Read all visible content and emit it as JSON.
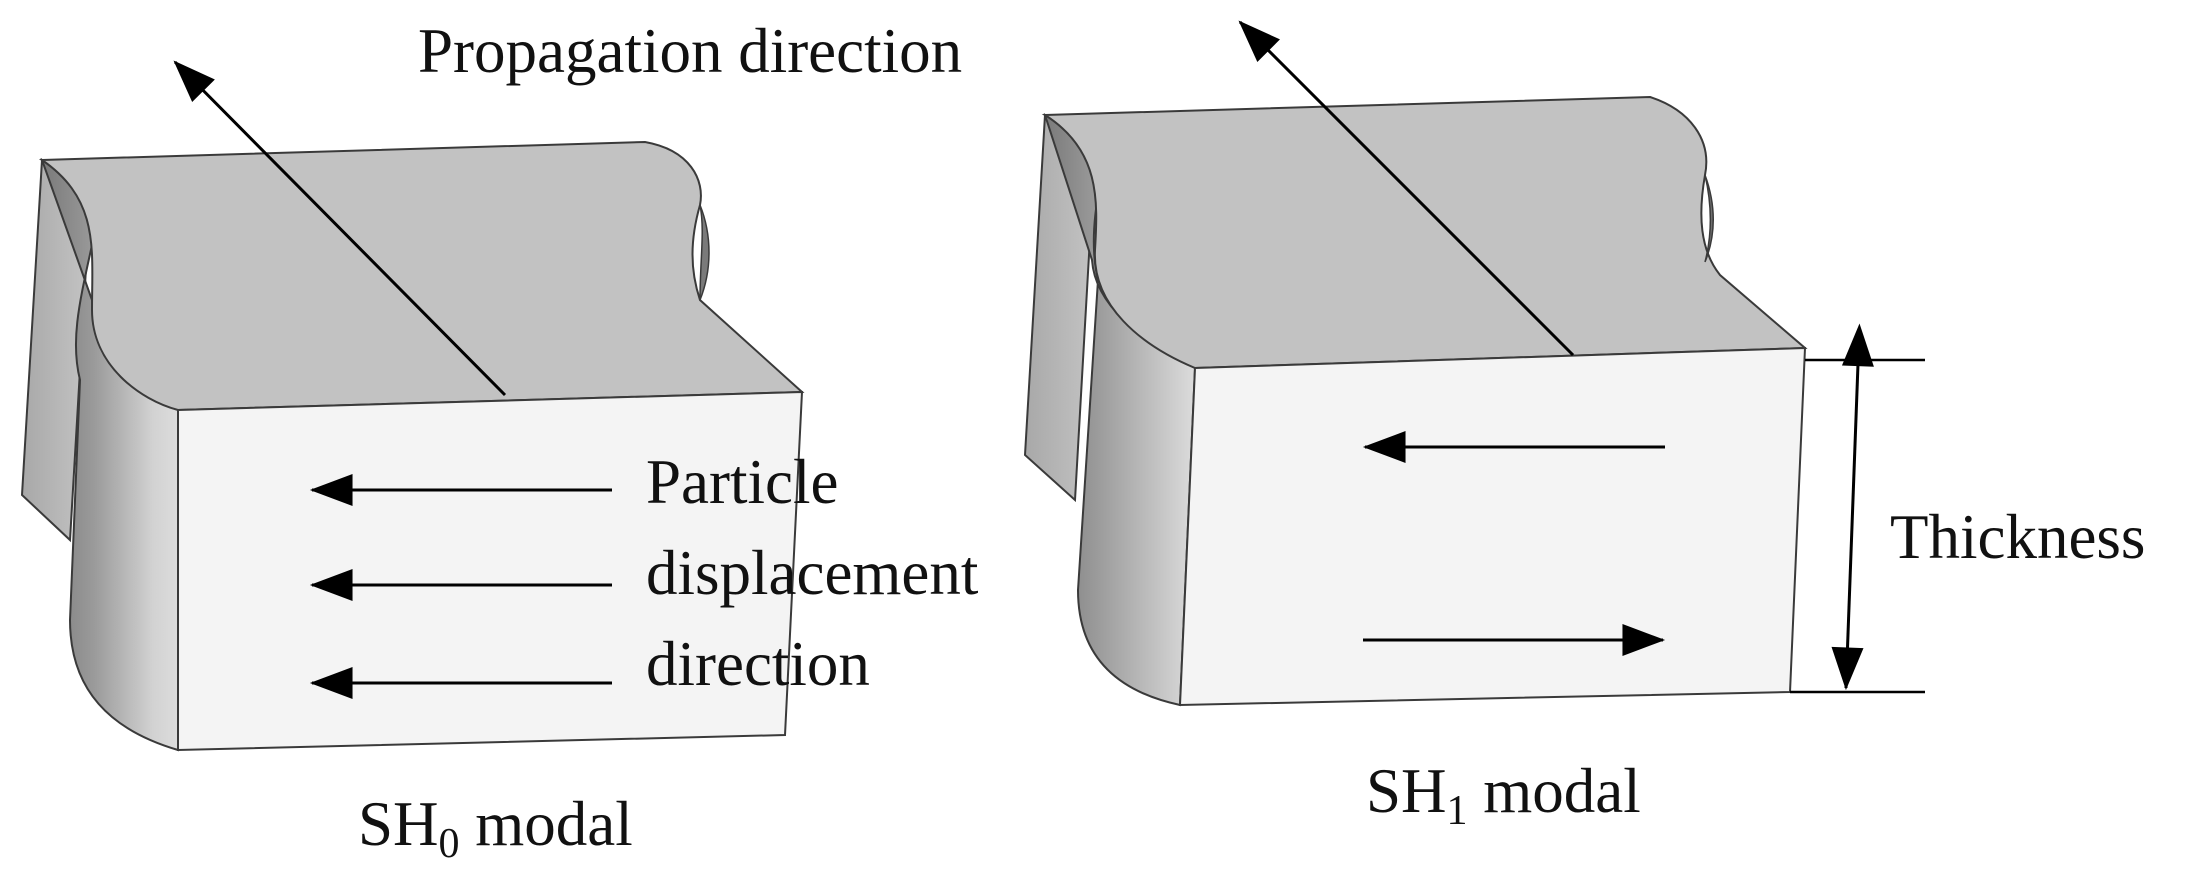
{
  "labels": {
    "propagation": "Propagation direction",
    "particle_line1": "Particle",
    "particle_line2": "displacement",
    "particle_line3": "direction",
    "thickness": "Thickness",
    "sh0_main": "SH",
    "sh0_sub": "0",
    "sh0_rest": " modal",
    "sh1_main": "SH",
    "sh1_sub": "1",
    "sh1_rest": " modal"
  },
  "colors": {
    "top_face": "#c2c2c2",
    "front_face": "#f4f4f4",
    "side_dark": "#8a8a8a",
    "side_light": "#c8c8c8",
    "stroke": "#3a3a3a",
    "arrow": "#000000"
  }
}
